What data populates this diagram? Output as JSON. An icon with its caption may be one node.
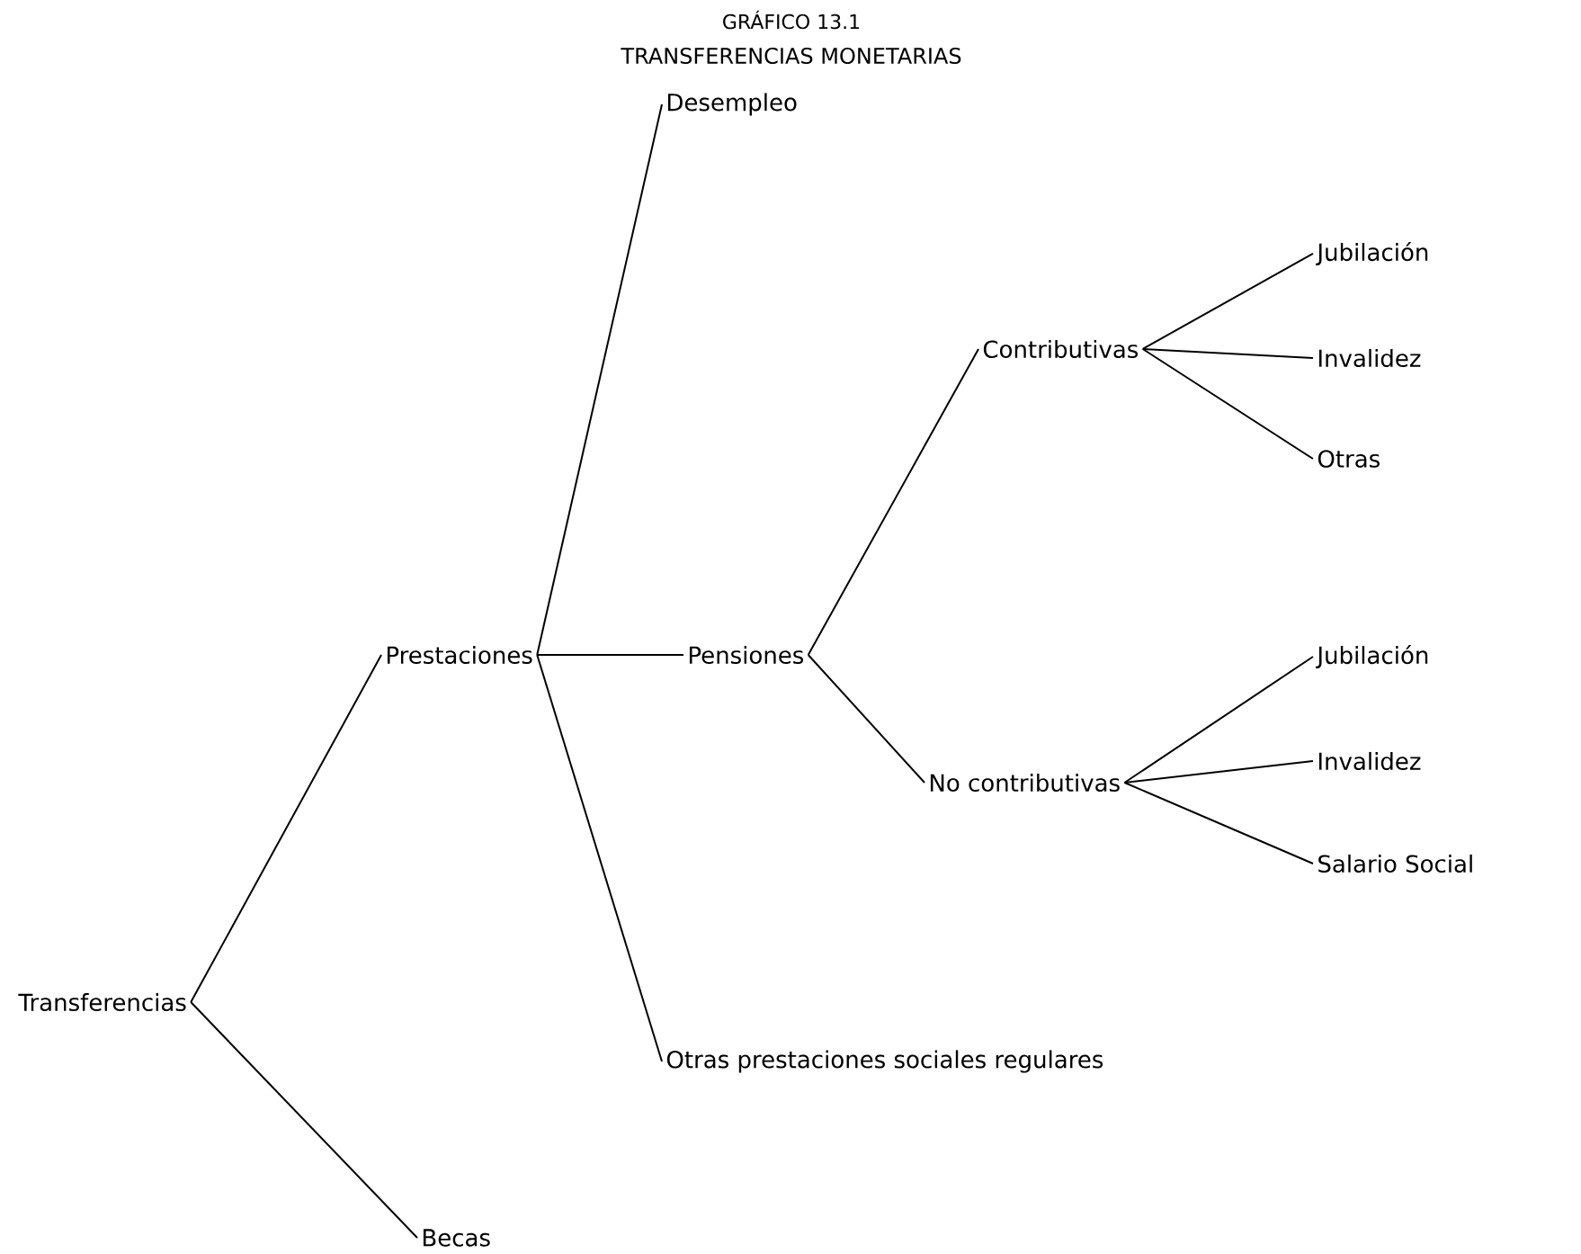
{
  "diagram": {
    "title": "GRÁFICO 13.1",
    "nodes": [
      {
        "text": [
          "Transferencias"
        ]
      },
      {
        "text": [
          "Prestaciones"
        ]
      },
      {
        "text": [
          "Becas"
        ]
      },
      {
        "text": [
          "Desempleo"
        ]
      },
      {
        "text": [
          "Pensiones"
        ]
      },
      {
        "text": [
          "Otras prestaciones sociales regulares"
        ]
      },
      {
        "text": [
          "Contributivas"
        ]
      },
      {
        "text": [
          "No contributivas"
        ]
      },
      {
        "text": [
          "Jubilación"
        ]
      },
      {
        "text": [
          "Invalidez"
        ]
      },
      {
        "text": [
          "Otras"
        ]
      },
      {
        "text": [
          "Jubilación"
        ]
      },
      {
        "text": [
          "Invalidez"
        ]
      },
      {
        "text": [
          "Salario Social"
        ]
      }
    ],
    "edges": [
      {
        "from": 0,
        "to": 1,
        "arrow": "none"
      },
      {
        "from": 0,
        "to": 2,
        "arrow": "none"
      },
      {
        "from": 1,
        "to": 3,
        "arrow": "none"
      },
      {
        "from": 1,
        "to": 4,
        "arrow": "none"
      },
      {
        "from": 1,
        "to": 5,
        "arrow": "none"
      },
      {
        "from": 4,
        "to": 6,
        "arrow": "none"
      },
      {
        "from": 4,
        "to": 7,
        "arrow": "none"
      },
      {
        "from": 6,
        "to": 8,
        "arrow": "none"
      },
      {
        "from": 6,
        "to": 9,
        "arrow": "none"
      },
      {
        "from": 6,
        "to": 10,
        "arrow": "none"
      },
      {
        "from": 7,
        "to": 11,
        "arrow": "none"
      },
      {
        "from": 7,
        "to": 12,
        "arrow": "none"
      },
      {
        "from": 7,
        "to": 13,
        "arrow": "none"
      }
    ],
    "labels": [
      "TRANSFERENCIAS MONETARIAS"
    ]
  }
}
